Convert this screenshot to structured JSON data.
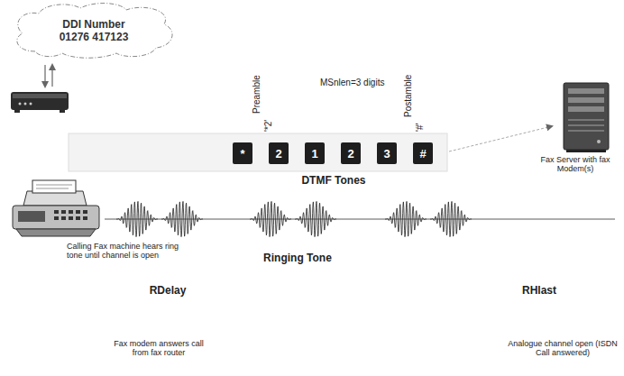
{
  "diagram": {
    "nodes": [
      {
        "text": [
          "DDI Number",
          "01276 417123"
        ]
      },
      {
        "text": [
          "*"
        ]
      },
      {
        "text": [
          "2"
        ]
      },
      {
        "text": [
          "1"
        ]
      },
      {
        "text": [
          "2"
        ]
      },
      {
        "text": [
          "3"
        ]
      },
      {
        "text": [
          "#"
        ]
      }
    ],
    "labels": [
      "Preamble",
      "'*2'",
      "MSnlen=3 digits",
      "Postamble",
      "'#'",
      "DTMF Tones",
      "Calling Fax machine hears ring tone until channel is open",
      "Fax Server with fax Modem(s)",
      "Ringing Tone",
      "RDelay",
      "RHlast",
      "Fax modem answers call from fax router",
      "Analogue channel open (ISDN Call answered)"
    ]
  }
}
